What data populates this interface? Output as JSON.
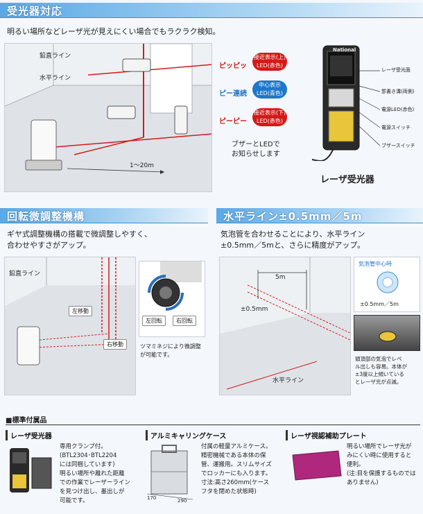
{
  "section1": {
    "title": "受光器対応",
    "lead": "明るい場所などレーザ光が見えにくい場合でもラクラク検知。",
    "label_vertical": "鉛直ライン",
    "label_horizontal": "水平ライン",
    "distance": "1～20m",
    "sound_beep": "ピッピッ",
    "sound_continuous": "ピー連続",
    "sound_bi": "ピーピー",
    "led_upper": "接近表示(上)\nLED(赤色)",
    "led_center": "中心表示\nLED(青色)",
    "led_lower": "接近表示(下)\nLED(赤色)",
    "notice": "ブザーとLEDで\nお知らせします",
    "device_brand": "National",
    "callout_window": "レーザ受光面",
    "callout_groove": "罫書き溝(両側)",
    "callout_power_led": "電源LED(赤色)",
    "callout_power_switch": "電源スイッチ",
    "callout_buzzer_switch": "ブザースイッチ",
    "product_name": "レーザ受光器"
  },
  "section2": {
    "title": "回転微調整機構",
    "lead": "ギヤ式調整機構の搭載で微調整しやすく、\n合わせやすさがアップ。",
    "label_vertical": "鉛直ライン",
    "move_left": "左移動",
    "move_right": "右移動",
    "rotate_left": "左回転",
    "rotate_right": "右回転",
    "caption": "ツマミネジにより微調整\nが可能です。"
  },
  "section3": {
    "title": "水平ライン±0.5mm／5m",
    "lead": "気泡管を合わせることにより、水平ライン\n±0.5mm／5mと、さらに精度がアップ。",
    "distance": "5m",
    "tolerance": "±0.5mm",
    "label_horizontal": "水平ライン",
    "bubble_title": "気泡管中心時",
    "bubble_value": "±0.5mm／5m",
    "bubble_note": "頭頂部の気泡でレベ\nル出しも容易。本体が\n±3度以上傾いている\nとレーザ光が点滅。"
  },
  "accessories": {
    "title": "■標準付属品",
    "items": [
      {
        "name": "レーザ受光器",
        "desc": "専用クランプ付。\n(BTL2304･BTL2204\nには同梱しています)\n明るい場所や離れた距離\nでの作業でレーザーライン\nを見つけ出し、墨出しが\n可能です。"
      },
      {
        "name": "アルミキャリングケース",
        "desc": "付属の軽量アルミケース。\n精密機械である本体の保\n管、運搬用。スリムサイズ\nでロッカーにも入ります。\n寸法:高さ260mm(ケース\nフタを閉めた状態時)",
        "dim_height": "170",
        "dim_width": "290"
      },
      {
        "name": "レーザ視認補助プレート",
        "desc": "明るい場所でレーザ光が\nみにくい時に使用すると\n便利。\n(注:目を保護するものでは\nありません)"
      }
    ]
  },
  "colors": {
    "accent_blue": "#3d8fd1",
    "laser_red": "#d61818",
    "led_blue": "#1f77c9"
  }
}
